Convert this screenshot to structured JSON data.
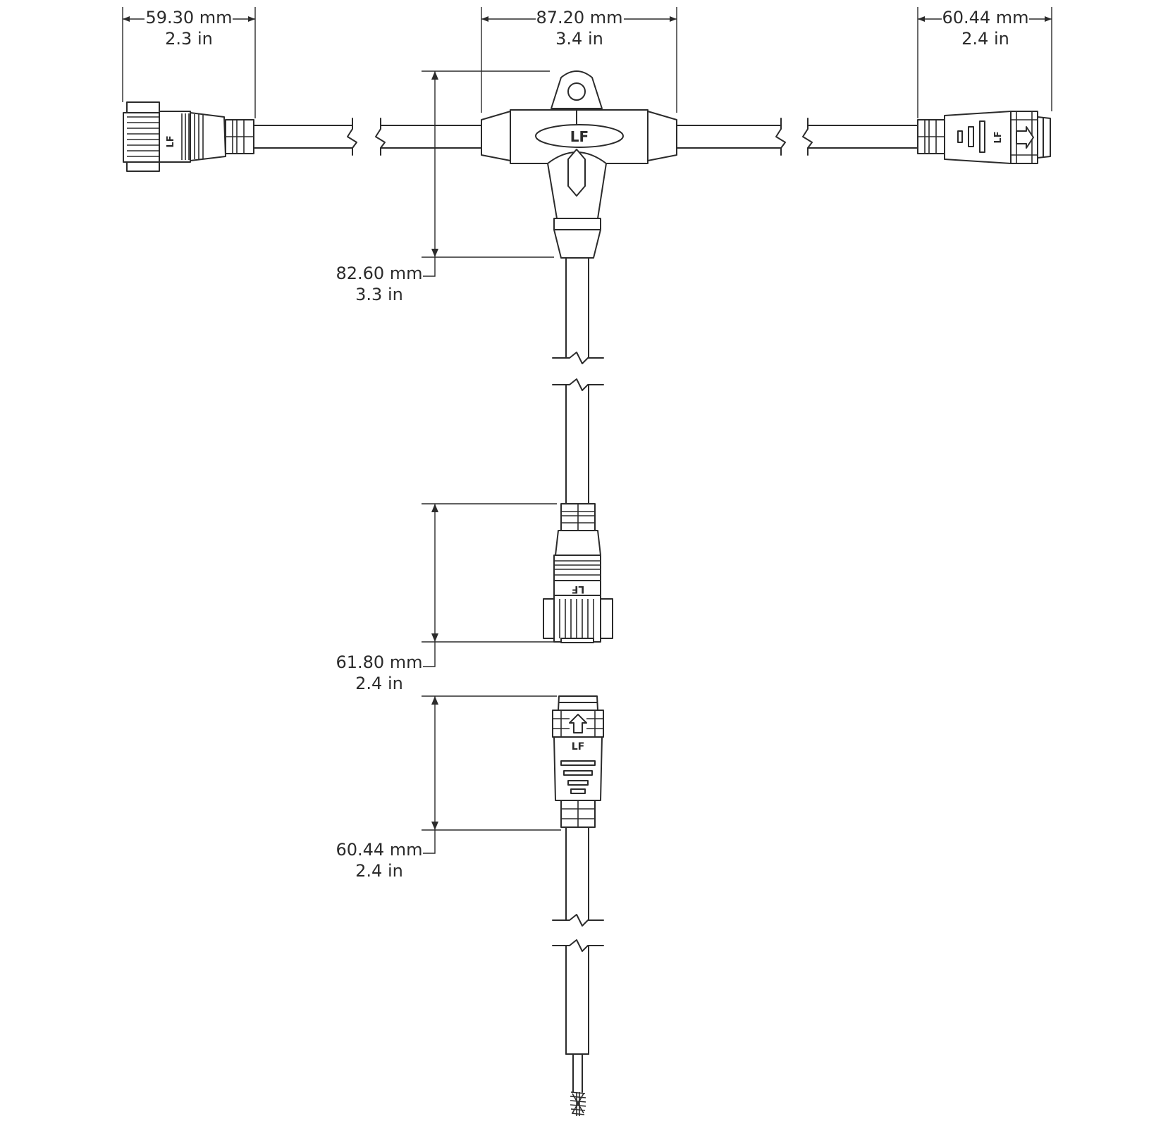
{
  "dimensions": {
    "left_plug_width": {
      "mm": "59.30 mm",
      "in": "2.3 in"
    },
    "tee_width": {
      "mm": "87.20 mm",
      "in": "3.4 in"
    },
    "right_plug_width": {
      "mm": "60.44 mm",
      "in": "2.4 in"
    },
    "tee_height": {
      "mm": "82.60 mm",
      "in": "3.3 in"
    },
    "drop_female_length": {
      "mm": "61.80 mm",
      "in": "2.4 in"
    },
    "drop_male_length": {
      "mm": "60.44 mm",
      "in": "2.4 in"
    }
  },
  "logo_text": "LF",
  "colors": {
    "line": "#2b2b2b",
    "background": "#ffffff"
  }
}
